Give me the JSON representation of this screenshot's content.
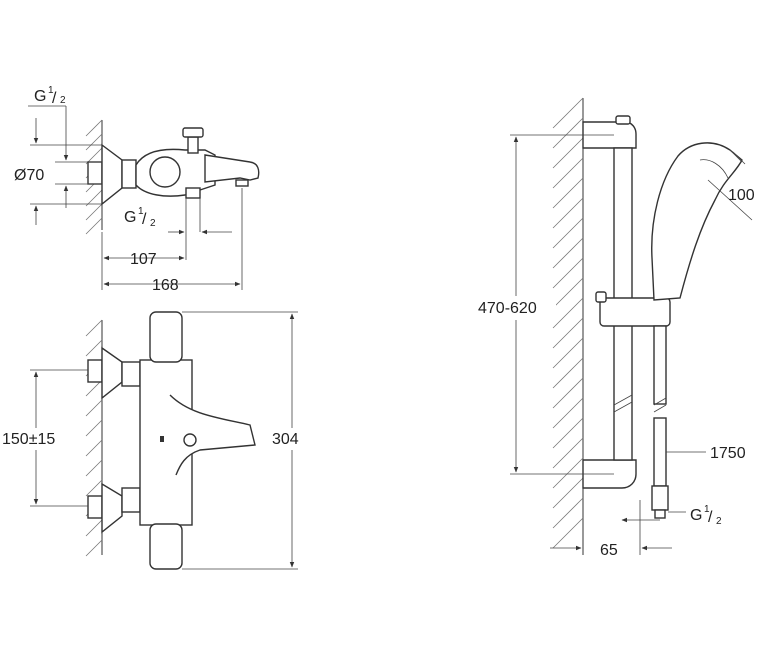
{
  "labels": {
    "g_half": "G",
    "g_sup": "1",
    "g_sub": "2",
    "diameter": "Ø70",
    "dim_107": "107",
    "dim_168": "168",
    "dim_150": "150±15",
    "dim_304": "304",
    "dim_470_620": "470-620",
    "dim_100": "100",
    "dim_1750": "1750",
    "dim_65": "65"
  }
}
